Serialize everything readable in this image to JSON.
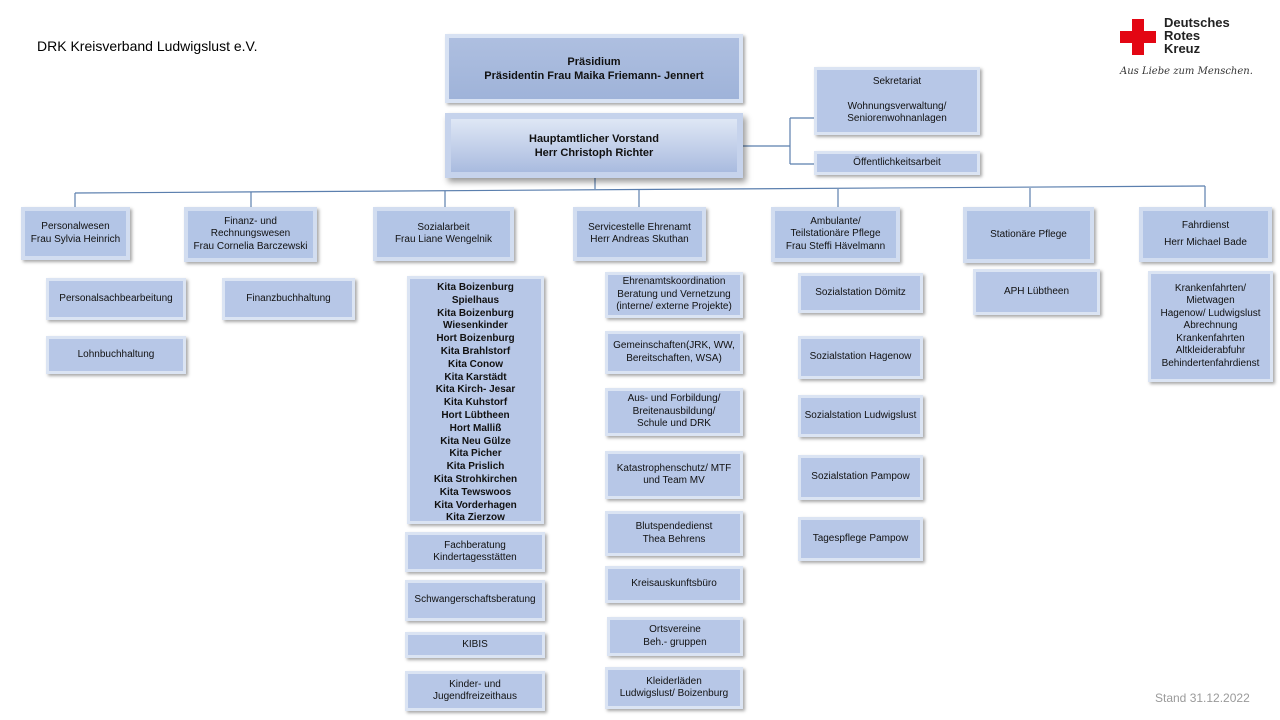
{
  "header": {
    "org_title": "DRK Kreisverband Ludwigslust e.V.",
    "stand": "Stand 31.12.2022"
  },
  "logo": {
    "icon": "red-cross-icon",
    "color": "#e30613",
    "lines": [
      "Deutsches",
      "Rotes",
      "Kreuz"
    ],
    "tagline": "Aus Liebe zum Menschen."
  },
  "praesidium": {
    "lines": [
      "Präsidium",
      "Präsidentin Frau Maika Friemann- Jennert"
    ]
  },
  "vorstand": {
    "lines": [
      "Hauptamtlicher Vorstand",
      "Herr Christoph Richter"
    ]
  },
  "staff": {
    "sekretariat": [
      "Sekretariat",
      "",
      "Wohnungsverwaltung/",
      "Seniorenwohnanlagen"
    ],
    "oeffentlichkeit": [
      "Öffentlichkeitsarbeit"
    ]
  },
  "departments": [
    {
      "lines": [
        "Personalwesen",
        "Frau Sylvia Heinrich"
      ],
      "units": [
        [
          "Personalsachbearbeitung"
        ],
        [
          "Lohnbuchhaltung"
        ]
      ]
    },
    {
      "lines": [
        "Finanz- und",
        "Rechnungswesen",
        "Frau Cornelia Barczewski"
      ],
      "units": [
        [
          "Finanzbuchhaltung"
        ]
      ]
    },
    {
      "lines": [
        "Sozialarbeit",
        "Frau Liane Wengelnik"
      ],
      "kitas": [
        "Kita Boizenburg",
        "Spielhaus",
        "Kita Boizenburg",
        "Wiesenkinder",
        "Hort Boizenburg",
        "Kita Brahlstorf",
        "Kita Conow",
        "Kita Karstädt",
        "Kita Kirch- Jesar",
        "Kita Kuhstorf",
        "Hort Lübtheen",
        "Hort Malliß",
        "Kita Neu Gülze",
        "Kita Picher",
        "Kita Prislich",
        "Kita Strohkirchen",
        "Kita Tewswoos",
        "Kita Vorderhagen",
        "Kita Zierzow"
      ],
      "units": [
        [
          "Fachberatung",
          "Kindertagesstätten"
        ],
        [
          "Schwangerschaftsberatung"
        ],
        [
          "KIBIS"
        ],
        [
          "Kinder- und",
          "Jugendfreizeithaus"
        ]
      ]
    },
    {
      "lines": [
        "Servicestelle Ehrenamt",
        "Herr Andreas Skuthan"
      ],
      "units": [
        [
          "Ehrenamtskoordination",
          "Beratung und Vernetzung",
          "(interne/ externe Projekte)"
        ],
        [
          "Gemeinschaften(JRK, WW,",
          "Bereitschaften, WSA)"
        ],
        [
          "Aus- und Forbildung/",
          "Breitenausbildung/",
          "Schule und DRK"
        ],
        [
          "Katastrophenschutz/ MTF",
          "und Team MV"
        ],
        [
          "Blutspendedienst",
          "Thea Behrens"
        ],
        [
          "Kreisauskunftsbüro"
        ],
        [
          "Ortsvereine",
          "Beh.- gruppen"
        ],
        [
          "Kleiderläden",
          "Ludwigslust/ Boizenburg"
        ]
      ]
    },
    {
      "lines": [
        "Ambulante/",
        "Teilstationäre Pflege",
        "Frau Steffi Hävelmann"
      ],
      "units": [
        [
          "Sozialstation Dömitz"
        ],
        [
          "Sozialstation Hagenow"
        ],
        [
          "Sozialstation Ludwigslust"
        ],
        [
          "Sozialstation Pampow"
        ],
        [
          "Tagespflege Pampow"
        ]
      ]
    },
    {
      "lines": [
        "Stationäre Pflege"
      ],
      "units": [
        [
          "APH Lübtheen"
        ]
      ]
    },
    {
      "lines": [
        "Fahrdienst",
        "Herr Michael Bade"
      ],
      "units": [
        [
          "Krankenfahrten/",
          "Mietwagen",
          "Hagenow/ Ludwigslust",
          "Abrechnung",
          "Krankenfahrten",
          "Altkleiderabfuhr",
          "Behindertenfahrdienst"
        ]
      ]
    }
  ]
}
